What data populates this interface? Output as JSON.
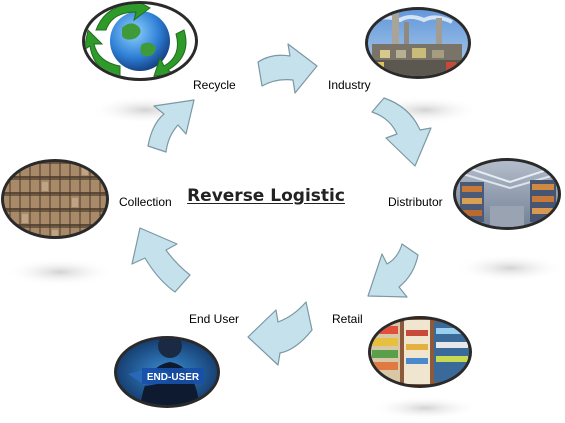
{
  "title": "Reverse Logistic",
  "nodes": [
    {
      "id": "recycle",
      "label": "Recycle",
      "image": "recycling-globe-icon"
    },
    {
      "id": "industry",
      "label": "Industry",
      "image": "factory-photo"
    },
    {
      "id": "distributor",
      "label": "Distributor",
      "image": "warehouse-photo"
    },
    {
      "id": "retail",
      "label": "Retail",
      "image": "retail-shelves-photo"
    },
    {
      "id": "end_user",
      "label": "End User",
      "image": "end-user-photo",
      "image_text": "END-USER"
    },
    {
      "id": "collection",
      "label": "Collection",
      "image": "archive-shelves-photo"
    }
  ],
  "colors": {
    "arrow_fill": "#c5e2ec",
    "arrow_stroke": "#7b98a4",
    "ring": "#2a2a2a",
    "title": "#222222"
  }
}
